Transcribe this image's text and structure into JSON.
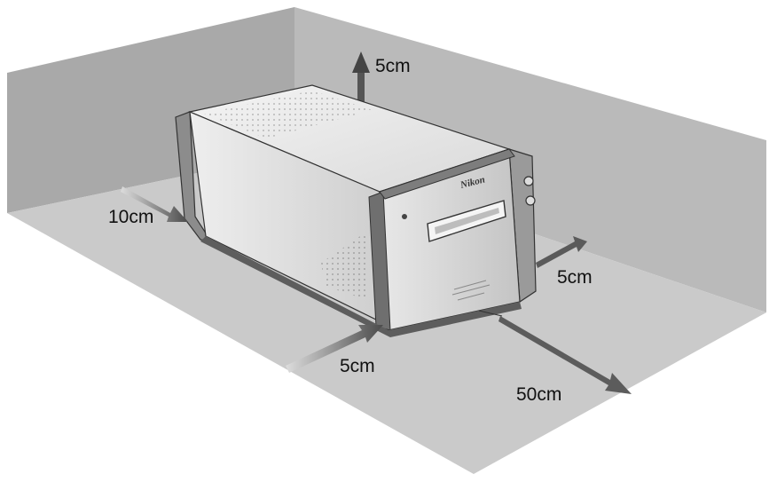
{
  "clearances": {
    "top": "5cm",
    "left": "10cm",
    "right": "5cm",
    "front": "5cm",
    "back": "50cm"
  },
  "device": {
    "brand": "Nikon"
  },
  "colors": {
    "floor": "#c9c9c9",
    "wall_back": "#a9a9a9",
    "wall_right": "#b9b9b9",
    "arrow": "#5a5a5a"
  }
}
